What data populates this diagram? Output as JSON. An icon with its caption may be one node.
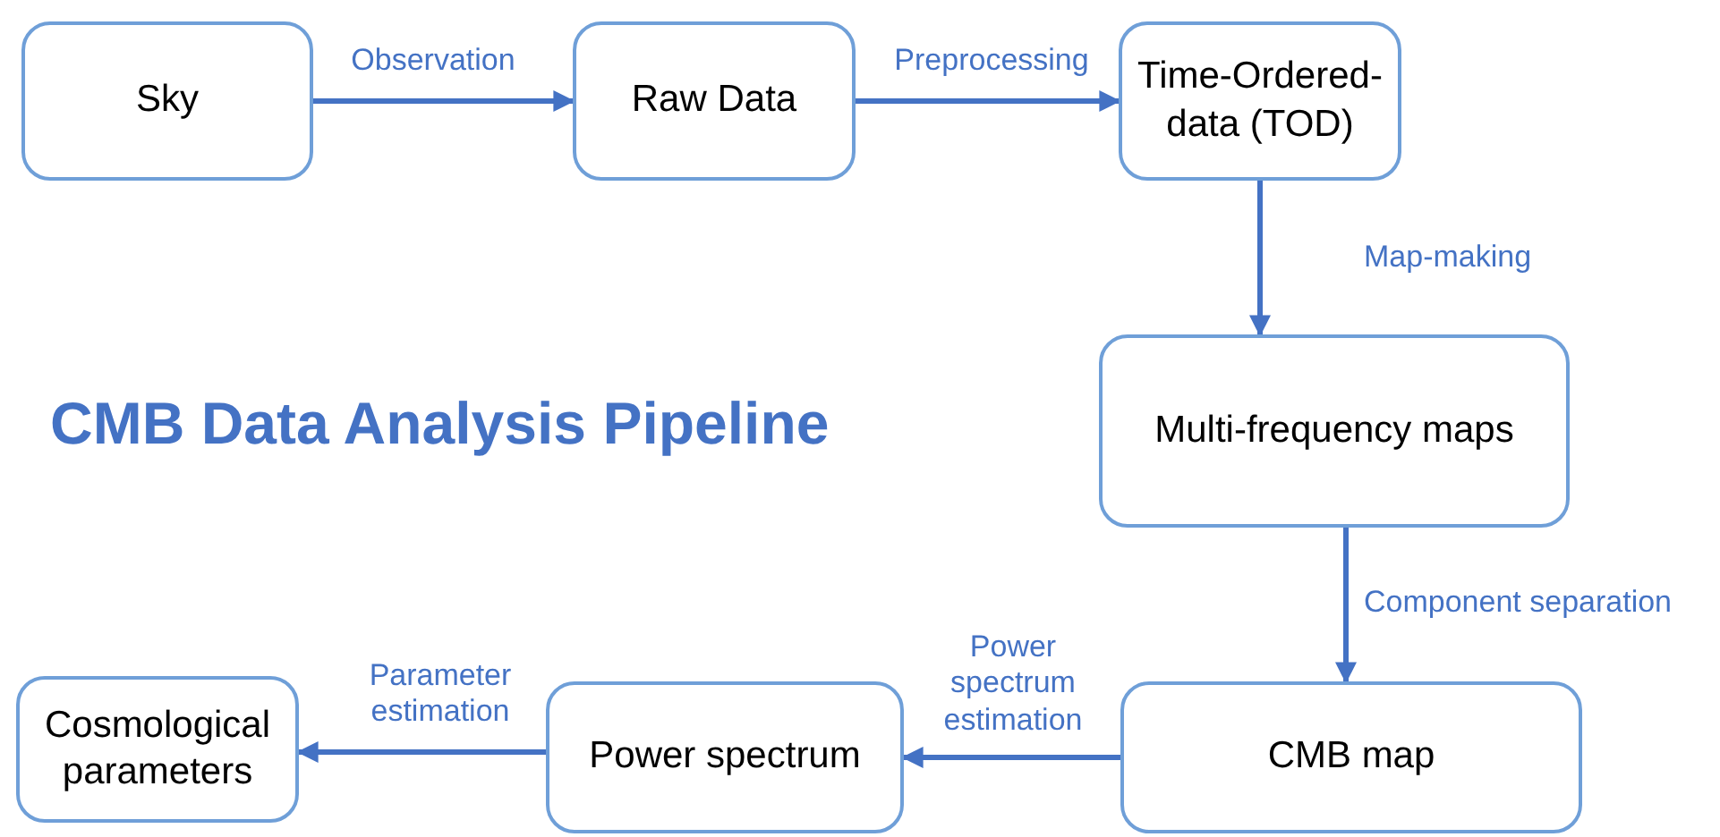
{
  "diagram": {
    "title": "CMB Data Analysis Pipeline",
    "nodes": [
      {
        "text": [
          "Sky"
        ]
      },
      {
        "text": [
          "Raw Data"
        ]
      },
      {
        "text": [
          "Time-Ordered-data (TOD)"
        ]
      },
      {
        "text": [
          "Multi-frequency maps"
        ]
      },
      {
        "text": [
          "CMB map"
        ]
      },
      {
        "text": [
          "Power spectrum"
        ]
      },
      {
        "text": [
          "Cosmological parameters"
        ]
      }
    ],
    "edges": [
      {
        "from": 0,
        "to": 1,
        "arrow": "to",
        "label": "Observation"
      },
      {
        "from": 1,
        "to": 2,
        "arrow": "to",
        "label": "Preprocessing"
      },
      {
        "from": 2,
        "to": 3,
        "arrow": "to",
        "label": "Map-making"
      },
      {
        "from": 3,
        "to": 4,
        "arrow": "to",
        "label": "Component separation"
      },
      {
        "from": 4,
        "to": 5,
        "arrow": "to",
        "label": "Power spectrum estimation"
      },
      {
        "from": 5,
        "to": 6,
        "arrow": "to",
        "label": "Parameter estimation"
      }
    ]
  }
}
